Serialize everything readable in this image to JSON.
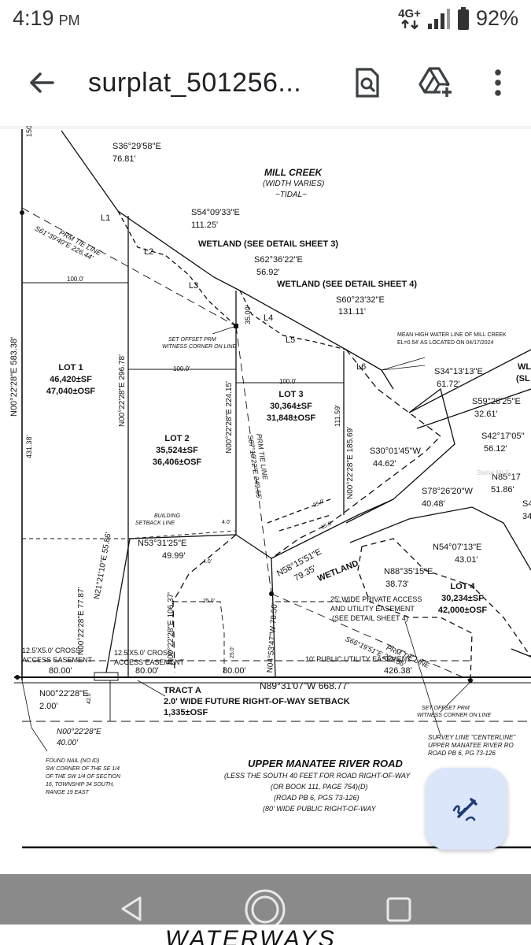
{
  "status_bar": {
    "time": "4:19",
    "ampm": "PM",
    "network": "4G+",
    "battery": "92%"
  },
  "app_bar": {
    "title": "surplat_501256...",
    "icons": [
      "back-arrow-icon",
      "search-document-icon",
      "add-to-drive-icon",
      "more-vert-icon"
    ]
  },
  "plat": {
    "header": {
      "creek_name": "MILL CREEK",
      "creek_width": "(WIDTH VARIES)",
      "creek_tidal": "~TIDAL~"
    },
    "bearings": {
      "b1": "S36°29'58\"E",
      "d1": "76.81'",
      "b2": "S54°09'33\"E",
      "d2": "111.25'",
      "b3": "S62°36'22\"E",
      "d3": "56.92'",
      "b4": "S60°23'32\"E",
      "d4": "131.11'",
      "b5": "S34°13'13\"E",
      "d5": "61.72'",
      "b6": "S59°28'25\"E",
      "d6": "32.61'",
      "b7": "S42°17'05\"",
      "d7": "56.12'",
      "b8": "N85°17",
      "d8": "51.86'",
      "b9": "S30°01'45\"W",
      "d9": "44.62'",
      "b10": "S78°26'20\"W",
      "d10": "40.48'",
      "b11": "N54°07'13\"E",
      "d11": "43.01'",
      "b12": "N88°35'15\"E",
      "d12": "38.73'",
      "b13": "N53°31'25\"E",
      "d13": "49.99'",
      "b14": "N58°15'51\"E",
      "d14": "79.35'",
      "edge_s4": "S4",
      "edge_34": "34",
      "edge_wl": "WL",
      "edge_sl": "(SL"
    },
    "wetland_labels": {
      "w3": "WETLAND (SEE DETAIL SHEET 3)",
      "w4": "WETLAND (SEE DETAIL SHEET 4)",
      "wetland": "WETLAND"
    },
    "line_labels": {
      "l1": "L1",
      "l2": "L2",
      "l3": "L3",
      "l4": "L4",
      "l5": "L5",
      "l6": "L6"
    },
    "tie_lines": {
      "prm_tie": "PRM TIE LINE",
      "prm_tie_bearing": "S61°39'40\"E  226.44'",
      "prm_tie_2": "PRM TIE LINE",
      "prm_tie_2_bearing": "S07°10'22\"E  249.65'",
      "prm_tie_3": "PRM TIE LINE",
      "prm_tie_3_bearing": "S66°19'51\"E  203.56'"
    },
    "annotations": {
      "mhw_line1": "MEAN HIGH WATER LINE OF MILL CREEK",
      "mhw_line2": "EL=0.54' AS LOCATED ON 04/17/2024",
      "offset_prm1a": "SET OFFSET PRM",
      "offset_prm1b": "WITNESS CORNER ON LINE",
      "offset_prm2a": "SET OFFSET PRM",
      "offset_prm2b": "WITNESS CORNER ON LINE",
      "building_setback1": "BUILDING",
      "building_setback2": "SETBACK LINE",
      "private_access1": "25' WIDE PRIVATE ACCESS",
      "private_access2": "AND UTILITY EASEMENT",
      "private_access3": "(SEE DETAIL SHEET 4)",
      "public_utility": "10' PUBLIC UTILITY EASEMENT",
      "cross_access1a": "12.5'X5.0' CROSS",
      "cross_access1b": "ACCESS EASEMENT",
      "cross_access2a": "12.5'X5.0' CROSS",
      "cross_access2b": "ACCESS EASEMENT",
      "found_nail1": "FOUND NAIL (NO ID)",
      "found_nail2": "SW CORNER OF THE SE 1/4",
      "found_nail3": "OF THE SW 1/4 OF SECTION",
      "found_nail4": "16, TOWNSHIP 34 SOUTH,",
      "found_nail5": "RANGE 19 EAST",
      "survey_line1": "SURVEY LINE \"CENTERLINE\"",
      "survey_line2": "UPPER MANATEE RIVER RO",
      "survey_line3": "ROAD PB 6, PG 73-126"
    },
    "dimensions": {
      "w100a": "100.0'",
      "w100b": "100.0'",
      "w100c": "100.0'",
      "top150": "150.",
      "left_bearing": "N00°22'28\"E  583.38'",
      "left_431": "431.38'",
      "v_296": "N00°22'28\"E  296.78'",
      "v_224": "N00°22'28\"E  224.15'",
      "v_185": "N00°22'28\"E  185.69'",
      "v_111": "111.59'",
      "v_35": "35.00'",
      "v_n21": "N21°21'10\"E  55.86'",
      "v_77": "N00°22'28\"E  77.87'",
      "v_106": "N00°22'28\"E  106.37'",
      "v_n04": "N04°53'47\"W  78.50'",
      "d25a": "25.0'",
      "d25b": "25.0'",
      "d25c": "25.0'",
      "d15": "15.0'",
      "d4a": "4.0'",
      "d4b": "4.0'",
      "d42": "42.0",
      "b80a": "80.00'",
      "b80b": "80.00'",
      "b80c": "80.00'",
      "b426": "426.38'",
      "bottom_bearing": "N89°31'07\"W  668.77'",
      "n_2": "N00°22'28\"E",
      "n_2d": "2.00'",
      "n_40": "N00°22'28\"E",
      "n_40d": "40.00'"
    },
    "lots": [
      {
        "name": "LOT 1",
        "sf": "46,420±SF",
        "osf": "47,040±OSF"
      },
      {
        "name": "LOT 2",
        "sf": "35,524±SF",
        "osf": "36,406±OSF"
      },
      {
        "name": "LOT 3",
        "sf": "30,364±SF",
        "osf": "31,848±OSF"
      },
      {
        "name": "LOT 4",
        "sf": "30,234±SF",
        "osf": "42,000±OSF"
      }
    ],
    "tract": {
      "name": "TRACT A",
      "desc": "2.0' WIDE FUTURE RIGHT-OF-WAY SETBACK",
      "osf": "1,335±OSF"
    },
    "road": {
      "name": "UPPER MANATEE RIVER ROAD",
      "line1": "(LESS THE SOUTH 40 FEET FOR ROAD RIGHT-OF-WAY",
      "line2": "(OR BOOK 111, PAGE 754)(D)",
      "line3": "(ROAD PB 6, PGS 73-126)",
      "line4": "(80' WIDE PUBLIC RIGHT-OF-WAY"
    },
    "watermark": "Stellar MLS"
  },
  "nav": {
    "back": "back-triangle-icon",
    "home": "home-circle-icon",
    "recents": "recents-square-icon"
  },
  "bottom_strip": "WATERWAYS"
}
